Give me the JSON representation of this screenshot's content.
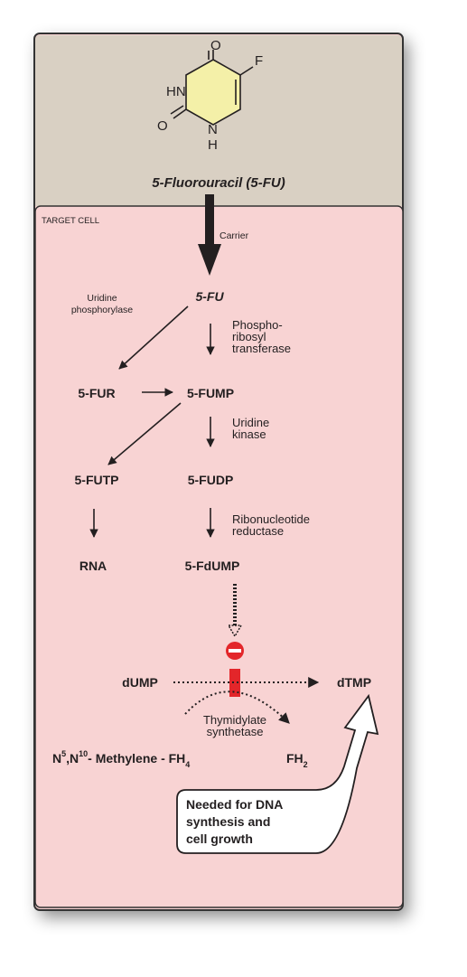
{
  "header": {
    "compound_name": "5-Fluorouracil (5-FU)",
    "atoms": {
      "o_top": "O",
      "f": "F",
      "hn": "HN",
      "o_left": "O",
      "n": "N",
      "h": "H"
    }
  },
  "cell": {
    "label": "TARGET CELL",
    "carrier": "Carrier"
  },
  "nodes": {
    "fu": "5-FU",
    "fur": "5-FUR",
    "fump": "5-FUMP",
    "futp": "5-FUTP",
    "fudp": "5-FUDP",
    "rna": "RNA",
    "fdump": "5-FdUMP",
    "dump": "dUMP",
    "dtmp": "dTMP",
    "fh2_main": "FH",
    "fh2_sub": "2"
  },
  "methylene": {
    "n": "N",
    "sup5": "5",
    "comma": ",",
    "n10": "N",
    "sup10": "10",
    "rest": "- Methylene - FH",
    "sub4": "4"
  },
  "enzymes": {
    "uridine_phosphorylase": [
      "Uridine",
      "phosphorylase"
    ],
    "phosphoribosyl_transferase": [
      "Phospho-",
      "ribosyl",
      "transferase"
    ],
    "uridine_kinase": [
      "Uridine",
      "kinase"
    ],
    "ribonucleotide_reductase": [
      "Ribonucleotide",
      "reductase"
    ],
    "thymidylate_synthetase": [
      "Thymidylate",
      "synthetase"
    ]
  },
  "callout": [
    "Needed for DNA",
    "synthesis and",
    "cell growth"
  ],
  "colors": {
    "header_bg": "#d9d0c3",
    "cell_bg": "#f8d3d3",
    "border": "#333333",
    "ring_fill": "#f4f0a8",
    "inhibitor_red": "#e3262a",
    "text": "#231f20"
  }
}
